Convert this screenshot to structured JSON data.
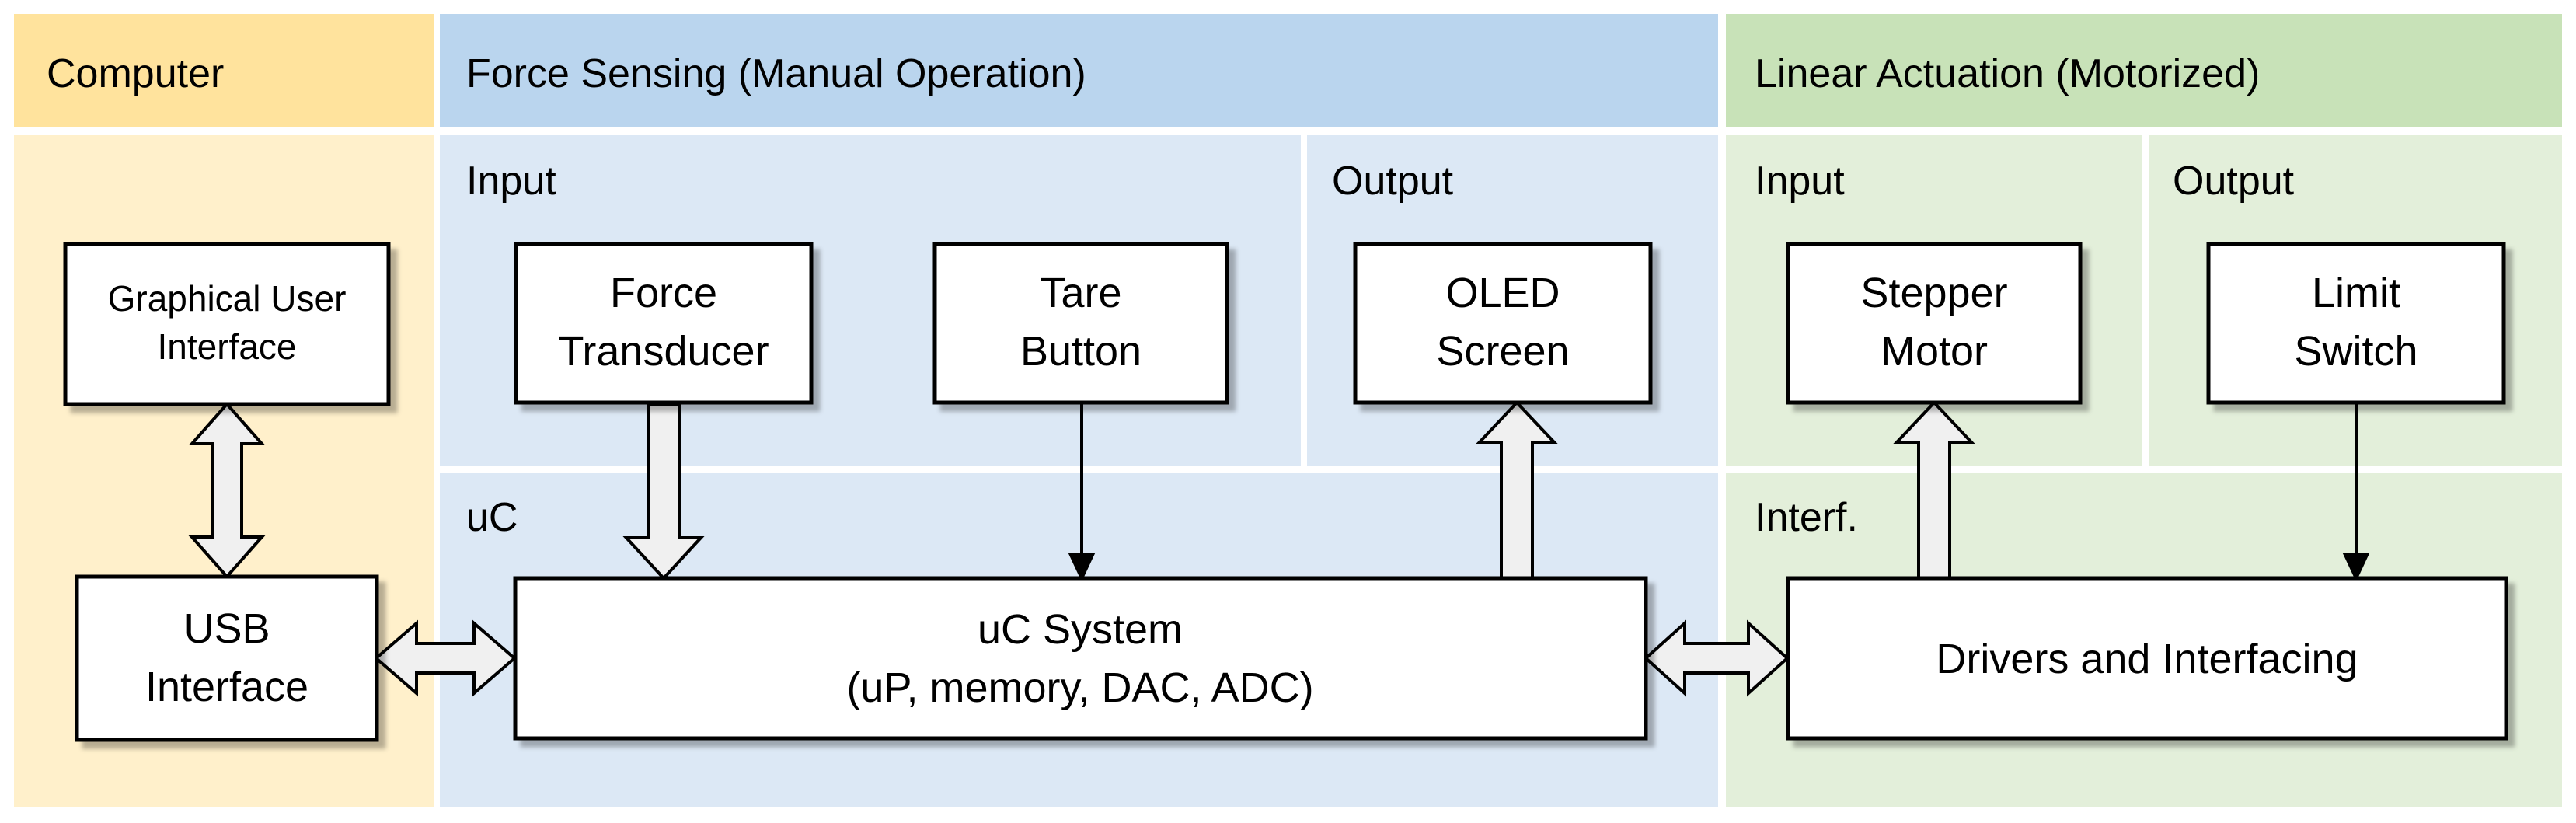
{
  "sections": {
    "computer": "Computer",
    "force": "Force Sensing (Manual Operation)",
    "linear": "Linear Actuation (Motorized)"
  },
  "subsections": {
    "force_input": "Input",
    "force_output": "Output",
    "uc": "uC",
    "linear_input": "Input",
    "linear_output": "Output",
    "interf": "Interf."
  },
  "boxes": {
    "gui": [
      "Graphical User",
      "Interface"
    ],
    "usb": [
      "USB",
      "Interface"
    ],
    "force_transducer": [
      "Force",
      "Transducer"
    ],
    "tare_button": [
      "Tare",
      "Button"
    ],
    "oled_screen": [
      "OLED",
      "Screen"
    ],
    "uc_system": [
      "uC System",
      "(uP, memory, DAC, ADC)"
    ],
    "stepper_motor": [
      "Stepper",
      "Motor"
    ],
    "limit_switch": [
      "Limit",
      "Switch"
    ],
    "drivers": [
      "Drivers and Interfacing"
    ]
  },
  "colors": {
    "computer_header": "#FFE39D",
    "computer_body": "#FFF0CB",
    "force_header": "#BAD5EE",
    "force_body": "#DCE8F5",
    "linear_header": "#C8E2B8",
    "linear_body": "#E3EFDA",
    "box_fill": "#FFFFFF",
    "box_stroke": "#000000",
    "arrow_fill": "#F0F0F0"
  }
}
